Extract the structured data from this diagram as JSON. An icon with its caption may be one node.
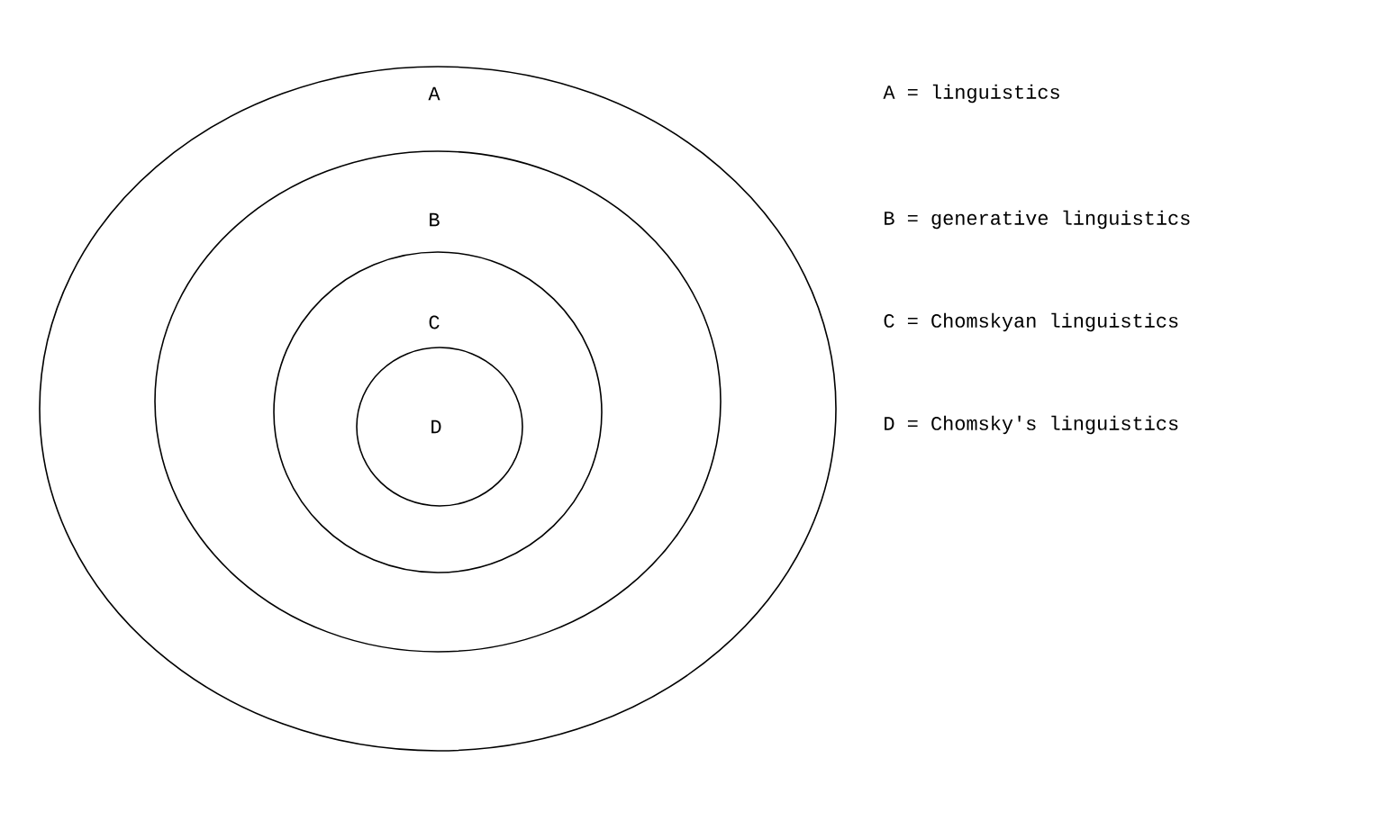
{
  "diagram": {
    "nodes": [
      {
        "text": [
          "A"
        ]
      },
      {
        "text": [
          "B"
        ],
        "in": 0
      },
      {
        "text": [
          "C"
        ],
        "in": 1
      },
      {
        "text": [
          "D"
        ],
        "in": 2
      }
    ],
    "edges": [],
    "labels": [
      "A = linguistics",
      "B = generative linguistics",
      "C = Chomskyan linguistics",
      "D = Chomsky's linguistics"
    ]
  }
}
